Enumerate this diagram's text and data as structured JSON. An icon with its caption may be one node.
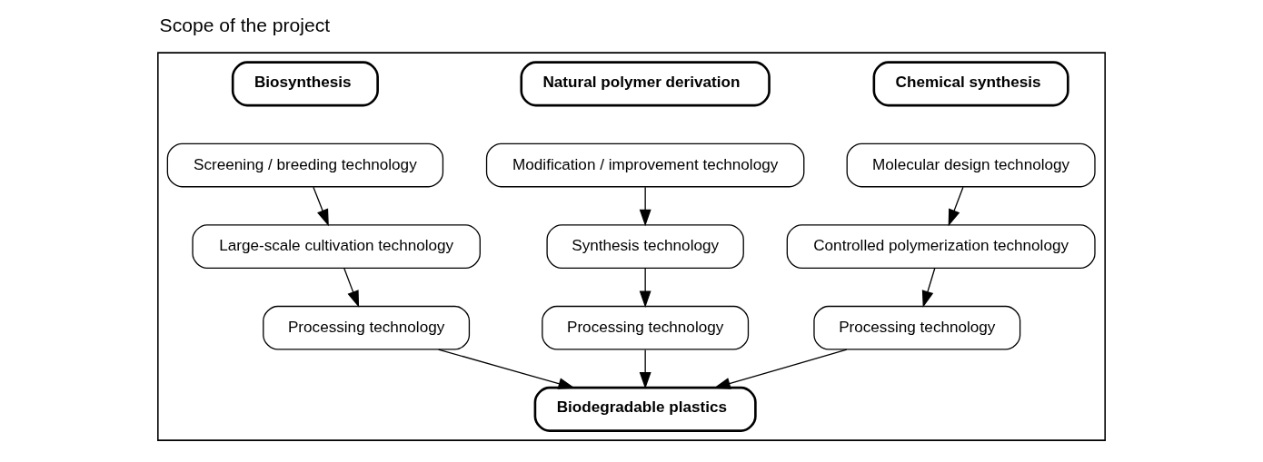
{
  "diagram": {
    "title": "Scope of the project",
    "nodes": [
      {
        "text": [],
        "shape": "box"
      },
      {
        "text": [
          "Biosynthesis"
        ],
        "in": 0
      },
      {
        "text": [
          "Natural polymer derivation"
        ],
        "in": 0
      },
      {
        "text": [
          "Chemical synthesis"
        ],
        "in": 0
      },
      {
        "text": [
          "Screening / breeding technology"
        ],
        "in": 0
      },
      {
        "text": [
          "Large-scale cultivation technology"
        ],
        "in": 0
      },
      {
        "text": [
          "Processing technology"
        ],
        "in": 0
      },
      {
        "text": [
          "Modification / improvement technology"
        ],
        "in": 0
      },
      {
        "text": [
          "Synthesis technology"
        ],
        "in": 0
      },
      {
        "text": [
          "Processing technology"
        ],
        "in": 0
      },
      {
        "text": [
          "Molecular design technology"
        ],
        "in": 0
      },
      {
        "text": [
          "Controlled polymerization technology"
        ],
        "in": 0
      },
      {
        "text": [
          "Processing technology"
        ],
        "in": 0
      },
      {
        "text": [
          "Biodegradable plastics"
        ],
        "in": 0
      }
    ],
    "edges": [
      {
        "from": 4,
        "to": 5,
        "arrow": "to"
      },
      {
        "from": 5,
        "to": 6,
        "arrow": "to"
      },
      {
        "from": 6,
        "to": 13,
        "arrow": "to"
      },
      {
        "from": 7,
        "to": 8,
        "arrow": "to"
      },
      {
        "from": 8,
        "to": 9,
        "arrow": "to"
      },
      {
        "from": 9,
        "to": 13,
        "arrow": "to"
      },
      {
        "from": 10,
        "to": 11,
        "arrow": "to"
      },
      {
        "from": 11,
        "to": 12,
        "arrow": "to"
      },
      {
        "from": 12,
        "to": 13,
        "arrow": "to"
      }
    ]
  }
}
